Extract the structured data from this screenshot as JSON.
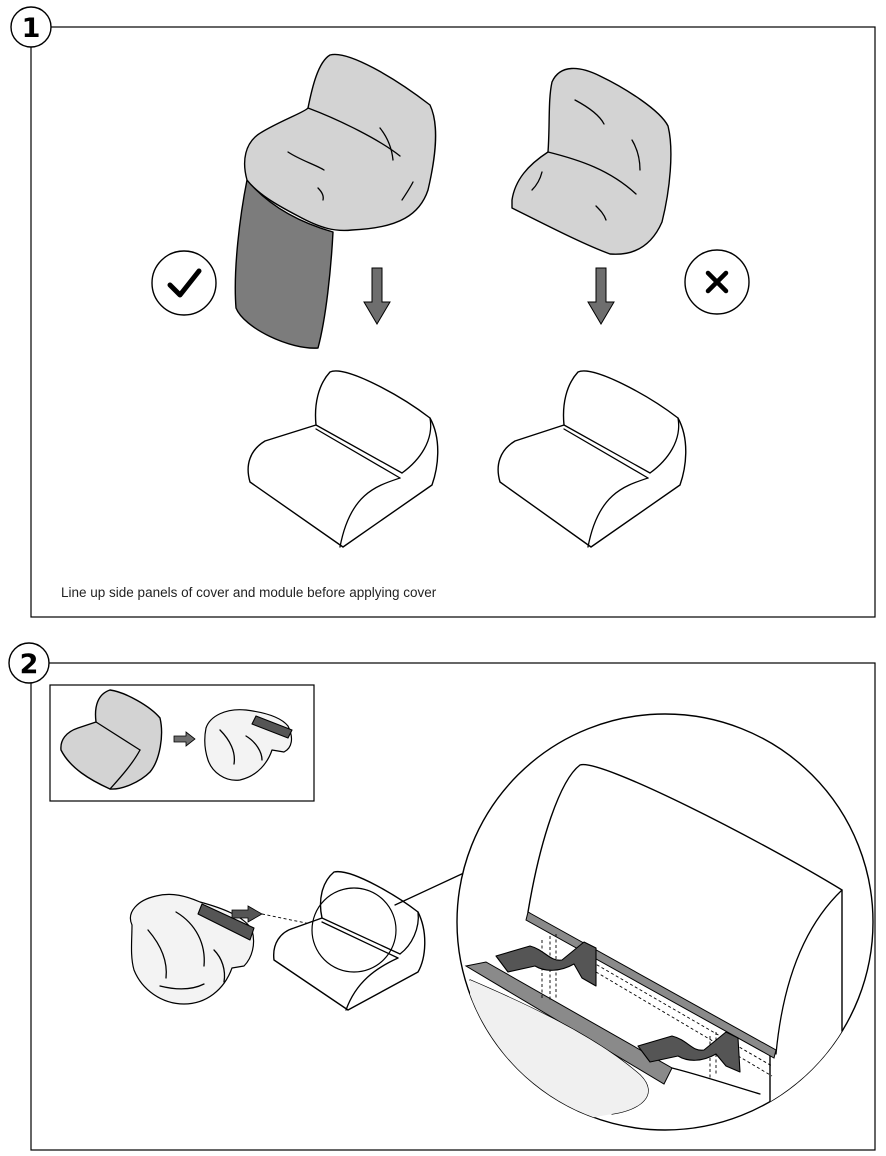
{
  "steps": [
    {
      "number": "1",
      "caption": "Line up side panels of cover and module before applying cover",
      "correct_icon": "checkmark-icon",
      "wrong_icon": "cross-icon"
    },
    {
      "number": "2",
      "caption": ""
    }
  ],
  "colors": {
    "cover_light": "#d3d3d3",
    "side_panel_dark": "#7c7c7c",
    "arrow": "#6e6e6e",
    "strap": "#555555",
    "outline": "#000000"
  }
}
